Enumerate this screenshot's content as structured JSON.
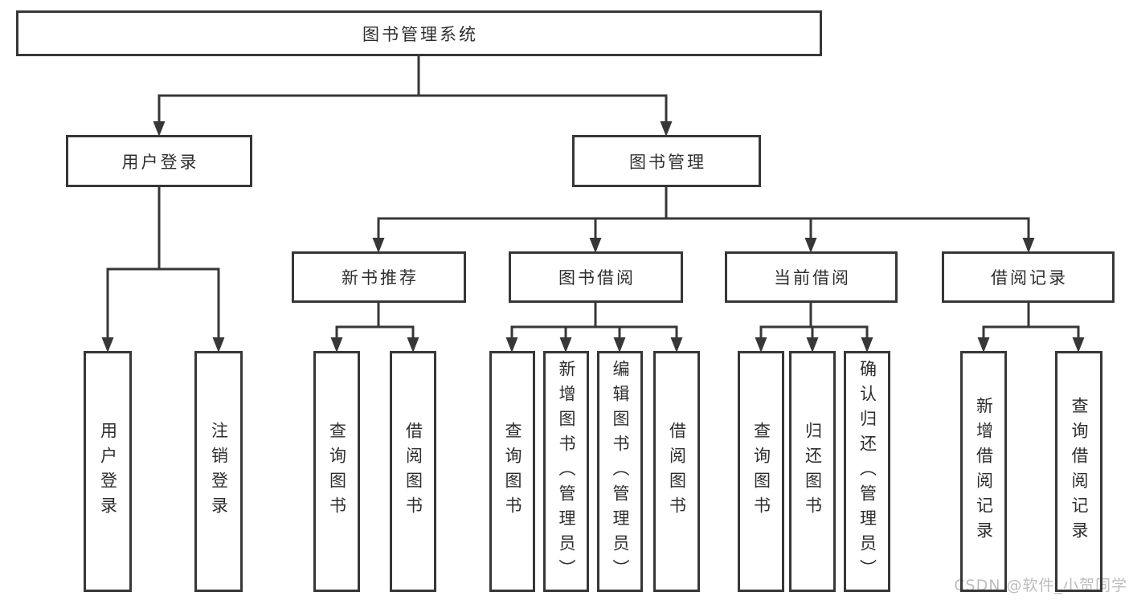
{
  "diagram": {
    "root": {
      "label": "图书管理系统"
    },
    "level2": [
      {
        "label": "用户登录"
      },
      {
        "label": "图书管理"
      }
    ],
    "level3": [
      {
        "label": "新书推荐",
        "parent": "图书管理"
      },
      {
        "label": "图书借阅",
        "parent": "图书管理"
      },
      {
        "label": "当前借阅",
        "parent": "图书管理"
      },
      {
        "label": "借阅记录",
        "parent": "图书管理"
      }
    ],
    "leaves": [
      {
        "label": "用户登录",
        "parent": "用户登录"
      },
      {
        "label": "注销登录",
        "parent": "用户登录"
      },
      {
        "label": "查询图书",
        "parent": "新书推荐"
      },
      {
        "label": "借阅图书",
        "parent": "新书推荐"
      },
      {
        "label": "查询图书",
        "parent": "图书借阅"
      },
      {
        "label": "新增图书（管理员）",
        "parent": "图书借阅"
      },
      {
        "label": "编辑图书（管理员）",
        "parent": "图书借阅"
      },
      {
        "label": "借阅图书",
        "parent": "图书借阅"
      },
      {
        "label": "查询图书",
        "parent": "当前借阅"
      },
      {
        "label": "归还图书",
        "parent": "当前借阅"
      },
      {
        "label": "确认归还（管理员）",
        "parent": "当前借阅"
      },
      {
        "label": "新增借阅记录",
        "parent": "借阅记录"
      },
      {
        "label": "查询借阅记录",
        "parent": "借阅记录"
      }
    ],
    "colors": {
      "line": "#373737",
      "box_border": "#373737",
      "box_bg": "#ffffff",
      "text": "#2e2e2e"
    }
  },
  "watermark": {
    "text": "CSDN @软件_小贺同学",
    "color": "#bdbdbd"
  }
}
